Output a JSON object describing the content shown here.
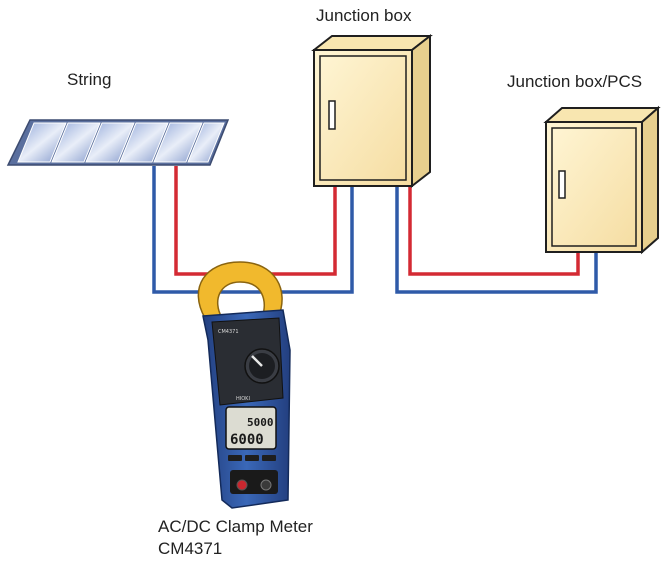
{
  "labels": {
    "string": "String",
    "junction_box": "Junction box",
    "junction_box_pcs": "Junction box/PCS",
    "meter_line1": "AC/DC Clamp Meter",
    "meter_line2": "CM4371"
  },
  "meter_display": {
    "top_reading": "5000",
    "bottom_reading": "6000",
    "brand": "HIOKI",
    "model": "CM4371"
  },
  "colors": {
    "positive_wire": "#d42a33",
    "negative_wire": "#2f5aa8",
    "box_fill": "#fbeab8",
    "box_stroke": "#1f1f1f",
    "clamp_jaw": "#f1b92d",
    "meter_body": "#2e56a0"
  }
}
